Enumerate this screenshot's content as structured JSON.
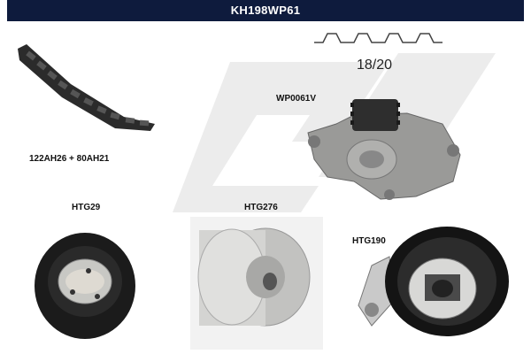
{
  "header": {
    "title": "KH198WP61"
  },
  "parts": {
    "belt": {
      "code": "122AH26 + 80AH21"
    },
    "tooth_ratio": "18/20",
    "water_pump": {
      "code": "WP0061V"
    },
    "tensioner_left": {
      "code": "HTG29"
    },
    "idler_center": {
      "code": "HTG276"
    },
    "tensioner_right": {
      "code": "HTG190"
    }
  },
  "colors": {
    "header_bg": "#0e1b3d",
    "watermark": "#e9e9e9"
  }
}
